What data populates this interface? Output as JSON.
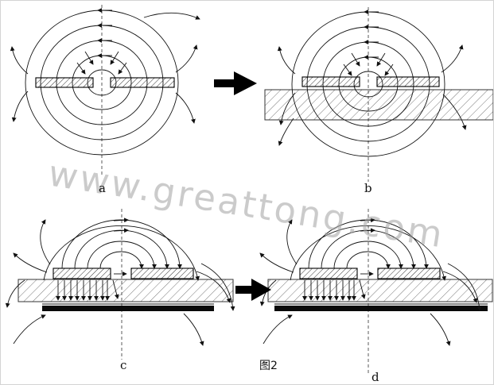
{
  "figure": {
    "watermark": "www.greattong.com",
    "caption": "图2",
    "panels": {
      "a": {
        "label": "a"
      },
      "b": {
        "label": "b"
      },
      "c": {
        "label": "c"
      },
      "d": {
        "label": "d"
      }
    }
  }
}
